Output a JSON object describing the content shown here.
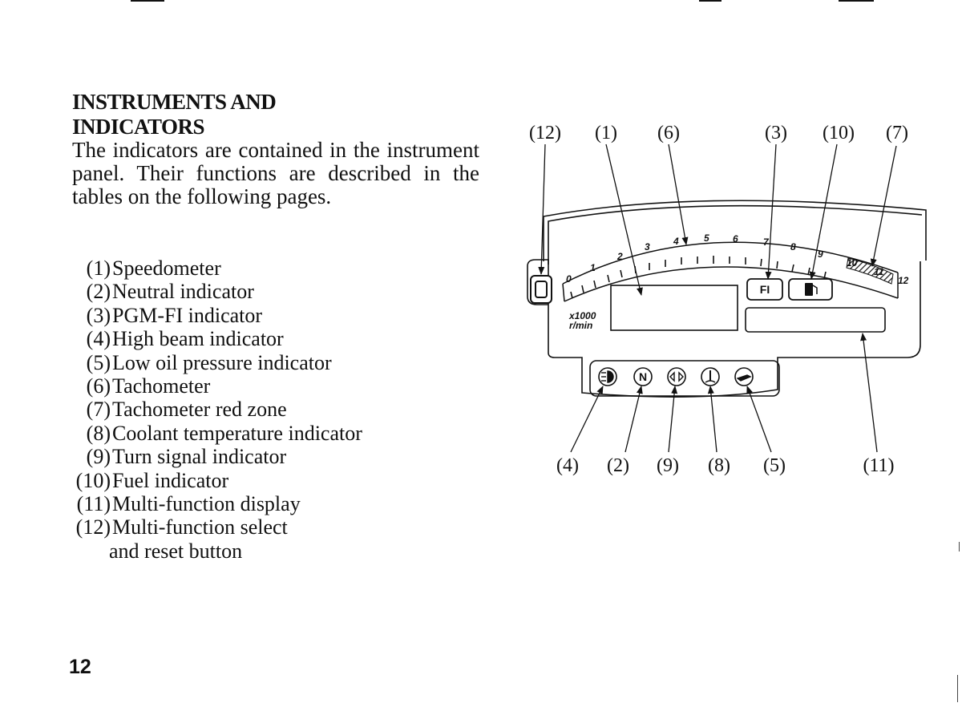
{
  "heading": {
    "line1": "INSTRUMENTS AND",
    "line2": "INDICATORS"
  },
  "intro": "The indicators are contained in the instrument panel. Their functions are described in the tables on the following pages.",
  "legend": [
    {
      "num": "(1)",
      "label": "Speedometer"
    },
    {
      "num": "(2)",
      "label": "Neutral indicator"
    },
    {
      "num": "(3)",
      "label": "PGM-FI indicator"
    },
    {
      "num": "(4)",
      "label": "High beam indicator"
    },
    {
      "num": "(5)",
      "label": "Low oil pressure indicator"
    },
    {
      "num": "(6)",
      "label": "Tachometer"
    },
    {
      "num": "(7)",
      "label": "Tachometer red zone"
    },
    {
      "num": "(8)",
      "label": "Coolant temperature indicator"
    },
    {
      "num": "(9)",
      "label": "Turn signal indicator"
    },
    {
      "num": "(10)",
      "label": "Fuel indicator"
    },
    {
      "num": "(11)",
      "label": "Multi-function display"
    },
    {
      "num": "(12)",
      "label": "Multi-function select",
      "cont": "and reset button"
    }
  ],
  "diagram": {
    "callouts_top": [
      "(12)",
      "(1)",
      "(6)",
      "(3)",
      "(10)",
      "(7)"
    ],
    "callouts_bottom": [
      "(4)",
      "(2)",
      "(9)",
      "(8)",
      "(5)",
      "(11)"
    ],
    "tach_ticks": [
      "0",
      "1",
      "2",
      "3",
      "4",
      "5",
      "6",
      "7",
      "8",
      "9",
      "10",
      "11",
      "12"
    ],
    "unit_line1": "x1000",
    "unit_line2": "r/min",
    "fi_label": "FI",
    "neutral_label": "N"
  },
  "page_number": "12"
}
